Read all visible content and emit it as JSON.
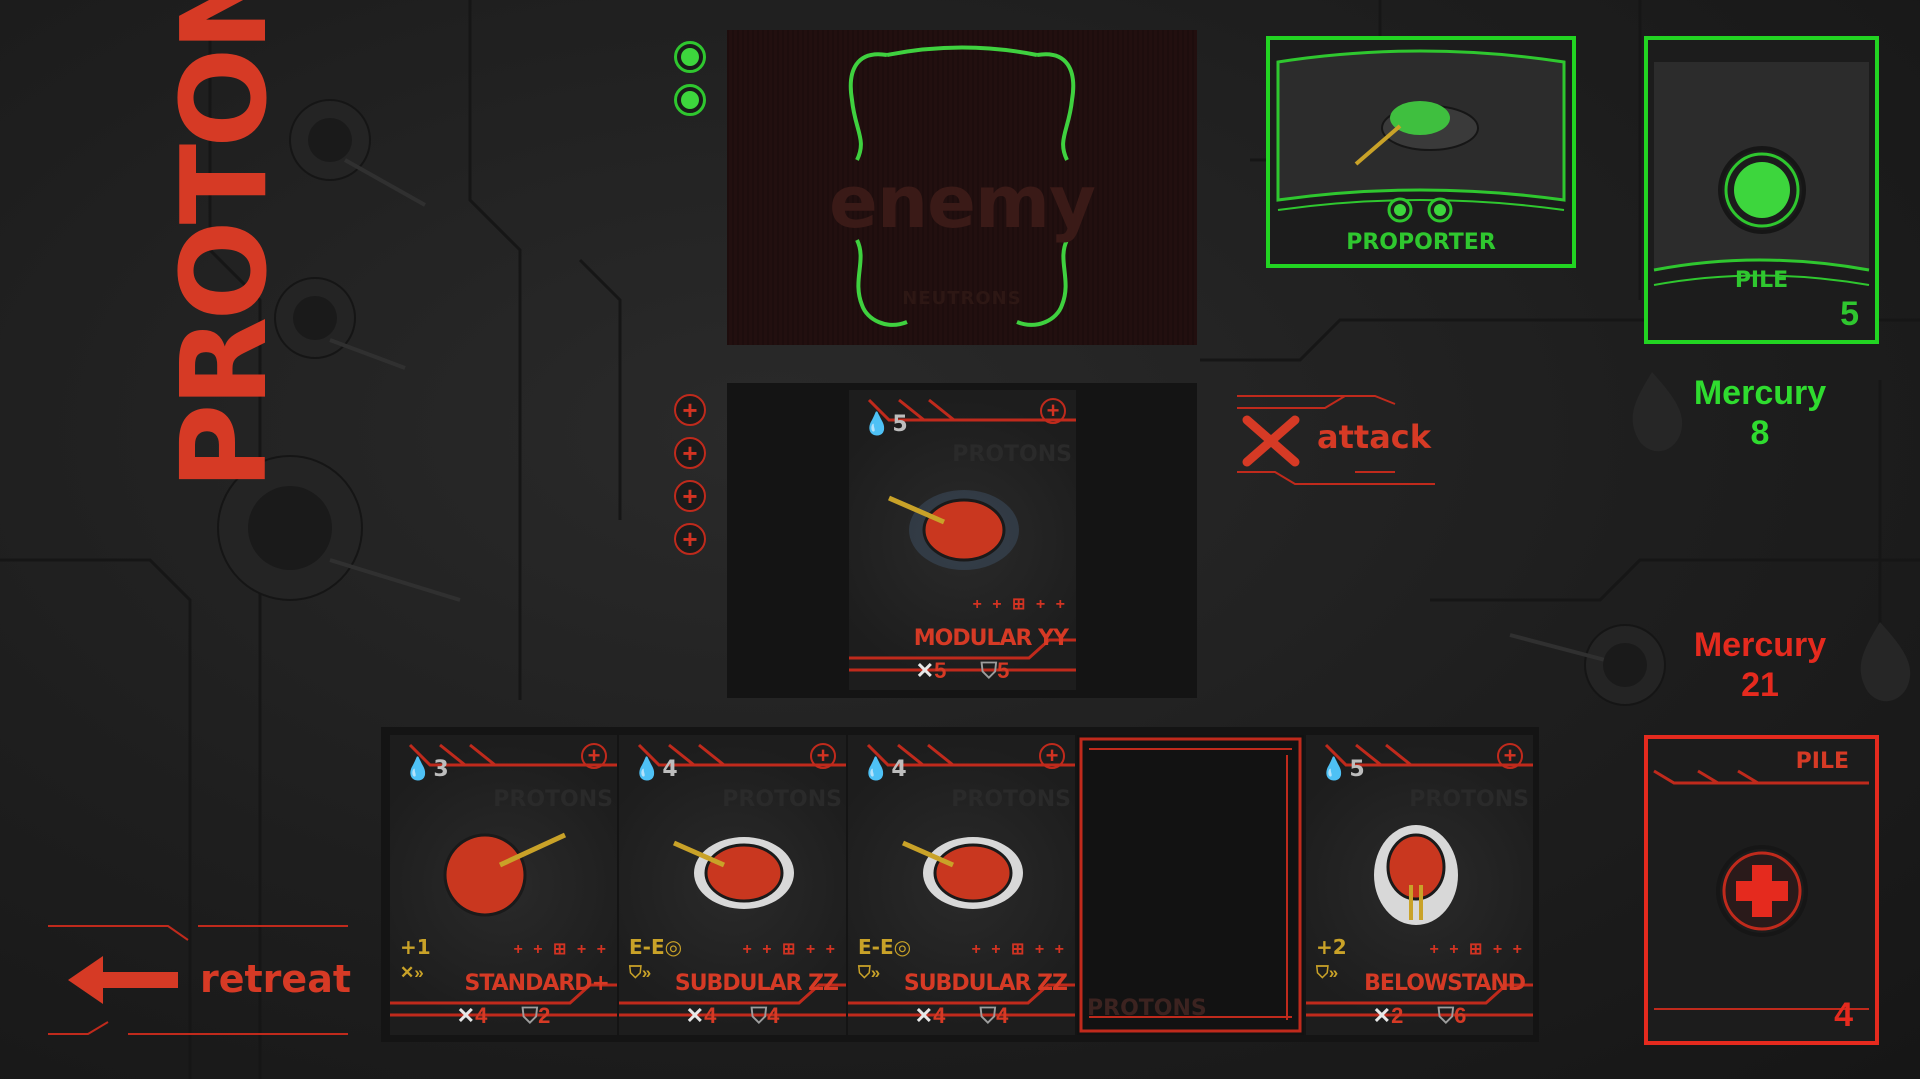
{
  "logo": {
    "text": "PROTONS"
  },
  "enemy": {
    "hand_word": "enemy",
    "hand_subtext": "NEUTRONS",
    "tokens": 2,
    "proporter": {
      "label": "PROPORTER"
    },
    "pile": {
      "label": "PILE",
      "count": "5"
    },
    "resource": {
      "name": "Mercury",
      "value": "8"
    }
  },
  "field": {
    "plus_tokens": 4,
    "cards": [
      {
        "cost": "5",
        "watermark": "PROTONS",
        "pips": "+ + ⊞ + +",
        "name": "MODULAR YY",
        "attack": "5",
        "defense": "5"
      }
    ]
  },
  "actions": {
    "attack_label": "attack",
    "retreat_label": "retreat"
  },
  "hand": {
    "cards": [
      {
        "cost": "3",
        "watermark": "PROTONS",
        "ability": "+1",
        "pips": "+ + ⊞ + +",
        "name": "STANDARD+",
        "attack": "4",
        "defense": "2"
      },
      {
        "cost": "4",
        "watermark": "PROTONS",
        "ability": "E-E◎",
        "pips": "+ + ⊞ + +",
        "name": "SUBDULAR ZZ",
        "attack": "4",
        "defense": "4"
      },
      {
        "cost": "4",
        "watermark": "PROTONS",
        "ability": "E-E◎",
        "pips": "+ + ⊞ + +",
        "name": "SUBDULAR ZZ",
        "attack": "4",
        "defense": "4"
      },
      {
        "cost": "5",
        "watermark": "PROTONS",
        "ability": "+2",
        "pips": "+ + ⊞ + +",
        "name": "BELOWSTAND",
        "attack": "2",
        "defense": "6"
      }
    ],
    "empty_slot_watermark": "PROTONS"
  },
  "player": {
    "resource": {
      "name": "Mercury",
      "value": "21"
    },
    "pile": {
      "label": "PILE",
      "count": "4"
    }
  },
  "colors": {
    "red": "#d63a25",
    "green": "#22d422",
    "background": "#1e1e1e"
  }
}
